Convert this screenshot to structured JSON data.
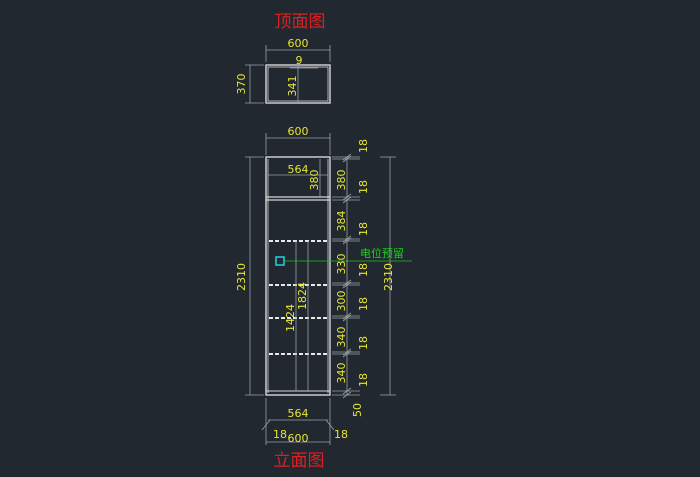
{
  "titles": {
    "top_view": "顶面图",
    "elevation": "立面图"
  },
  "top_view": {
    "width": "600",
    "depth": "370",
    "panel_thickness": "9",
    "inner_depth": "341"
  },
  "elevation": {
    "outer_width_top": "600",
    "top_compartment_inner_width": "564",
    "top_compartment_height": "380",
    "total_height_left": "2310",
    "total_height_right": "2310",
    "inner_height_1": "1824",
    "inner_height_2": "1424",
    "bottom_inner_width": "564",
    "bottom_outer_width": "600",
    "side_left": "18",
    "side_right": "18",
    "socket_note": "电位预留",
    "vertical_chain": [
      "18",
      "380",
      "18",
      "384",
      "18",
      "330",
      "18",
      "300",
      "18",
      "340",
      "18",
      "340",
      "18",
      "50"
    ]
  }
}
